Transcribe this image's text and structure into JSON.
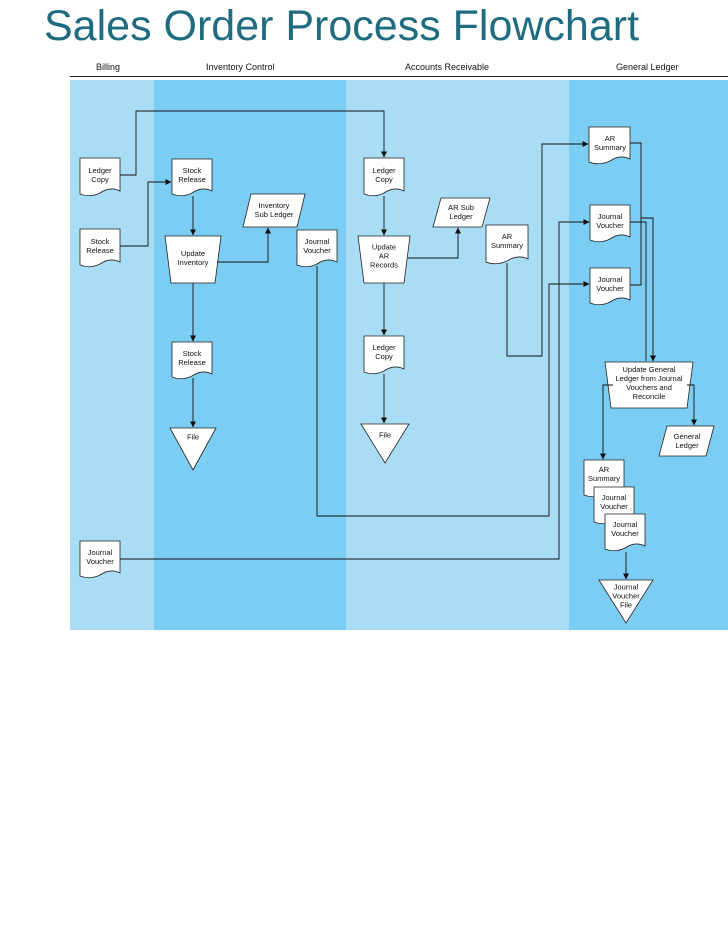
{
  "title": "Sales Order Process Flowchart",
  "colors": {
    "title": "#1f6b80",
    "lane_light": "#a9dcf5",
    "lane_dark": "#7ccdf3"
  },
  "lanes": {
    "billing": "Billing",
    "inventory_control": "Inventory Control",
    "accounts_receivable": "Accounts Receivable",
    "general_ledger": "General Ledger"
  },
  "nodes": {
    "billing_ledger_copy": "Ledger\nCopy",
    "billing_stock_release": "Stock\nRelease",
    "billing_journal_voucher": "Journal\nVoucher",
    "inv_stock_release_1": "Stock\nRelease",
    "inv_update_inventory": "Update\nInventory",
    "inv_sub_ledger": "Inventory\nSub Ledger",
    "inv_journal_voucher": "Journal\nVoucher",
    "inv_stock_release_2": "Stock\nRelease",
    "inv_file": "File",
    "ar_ledger_copy_1": "Ledger\nCopy",
    "ar_update_records": "Update\nAR\nRecords",
    "ar_sub_ledger": "AR Sub\nLedger",
    "ar_summary": "AR\nSummary",
    "ar_ledger_copy_2": "Ledger\nCopy",
    "ar_file": "File",
    "gl_ar_summary_in": "AR\nSummary",
    "gl_journal_voucher_1": "Journal\nVoucher",
    "gl_journal_voucher_2": "Journal\nVoucher",
    "gl_update": "Update General\nLedger from Journal\nVouchers and\nReconcile",
    "gl_general_ledger": "General\nLedger",
    "gl_ar_summary_out": "AR\nSummary",
    "gl_journal_voucher_3": "Journal\nVoucher",
    "gl_journal_voucher_4": "Journal\nVoucher",
    "gl_voucher_file": "Journal\nVoucher\nFile"
  }
}
